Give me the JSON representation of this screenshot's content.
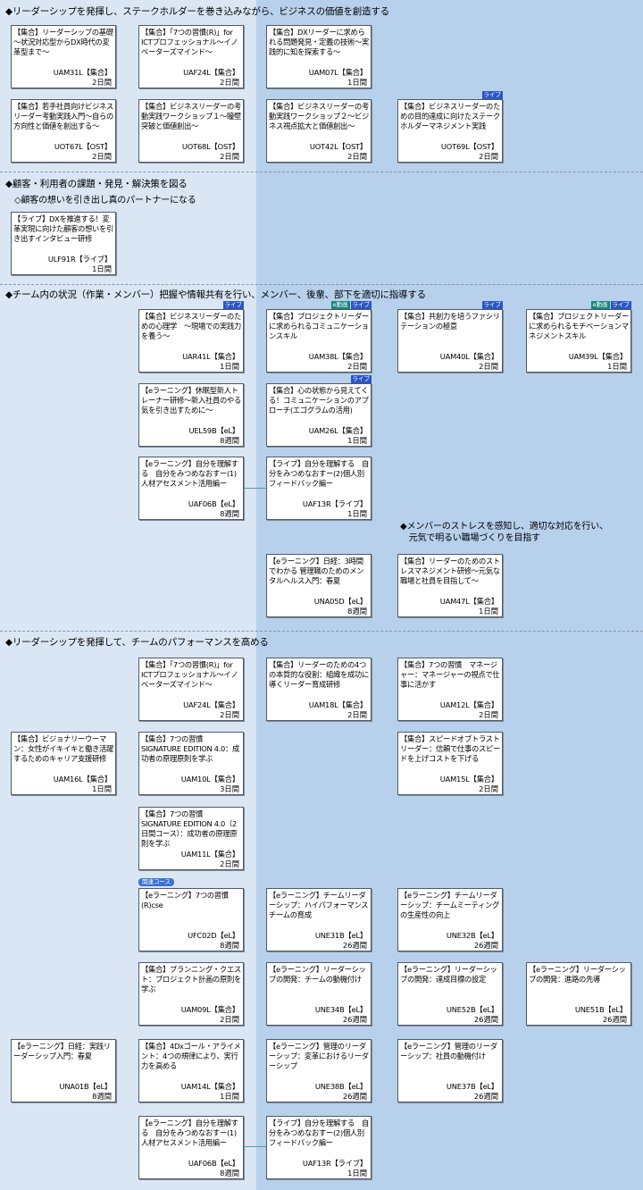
{
  "sections": [
    {
      "heading": "◆リーダーシップを発揮し、ステークホルダーを巻き込みながら、ビジネスの価値を創造する"
    },
    {
      "heading": "◆顧客・利用者の課題・発見・解決策を図る",
      "subheading": "◇顧客の想いを引き出し真のパートナーになる"
    },
    {
      "heading": "◆チーム内の状況（作業・メンバー）把握や情報共有を行い、メンバー、後輩、部下を適切に指導する",
      "subheading": "◆メンバーのストレスを感知し、適切な対応を行い、\n　元気で明るい職場づくりを目指す"
    },
    {
      "heading": "◆リーダーシップを発揮して、チームのパフォーマンスを高める"
    }
  ],
  "tags": {
    "live": "ライブ",
    "emovie": "e動画"
  },
  "related_label": "関連コース",
  "cards": [
    {
      "title": "【集合】リーダーシップの基礎～状況対応型からDX時代の変革型まで～",
      "code": "UAM31L【集合】",
      "duration": "2日間"
    },
    {
      "title": "【集合】「7つの習慣(R)」for ICTプロフェッショナル～イノベーターズマインド～",
      "code": "UAF24L【集合】",
      "duration": "2日間"
    },
    {
      "title": "【集合】DXリーダーに求められる問題発見・定義の技術～実践的に知を探索する～",
      "code": "UAM07L【集合】",
      "duration": "1日間"
    },
    {
      "title": "【集合】若手社員向けビジネスリーダー考動実践入門～自らの方向性と価値を創出する～",
      "code": "UOT67L【OST】",
      "duration": "2日間"
    },
    {
      "title": "【集合】ビジネスリーダーの考動実践ワークショップ１～瞳壁突破と価値創出～",
      "code": "UOT68L【OST】",
      "duration": "2日間"
    },
    {
      "title": "【集合】ビジネスリーダーの考動実践ワークショップ２～ビジネス視点拡大と価値創出～",
      "code": "UOT42L【OST】",
      "duration": "2日間"
    },
    {
      "title": "【集合】ビジネスリーダーのための目的達成に向けたステークホルダーマネジメント実践",
      "code": "UOT69L【OST】",
      "duration": "2日間",
      "tags": [
        "live"
      ]
    },
    {
      "title": "【ライブ】DXを推進する！変革実現に向けた顧客の想いを引き出すインタビュー研修",
      "code": "ULF91R【ライブ】",
      "duration": "1日間"
    },
    {
      "title": "【集合】ビジネスリーダーのための心理学　～現場での実践力を養う～",
      "code": "UAR41L【集合】",
      "duration": "1日間",
      "tags": [
        "live"
      ]
    },
    {
      "title": "【集合】プロジェクトリーダーに求められるコミュニケーションスキル",
      "code": "UAM38L【集合】",
      "duration": "2日間",
      "tags": [
        "emovie",
        "live"
      ]
    },
    {
      "title": "【集合】共創力を培うファシリテーションの極意",
      "code": "UAM40L【集合】",
      "duration": "2日間",
      "tags": [
        "live"
      ]
    },
    {
      "title": "【集合】プロジェクトリーダーに求められるモチベーションマネジメントスキル",
      "code": "UAM39L【集合】",
      "duration": "1日間",
      "tags": [
        "emovie",
        "live"
      ]
    },
    {
      "title": "【eラーニング】休眠型新人トレーナー研修～新入社員のやる気を引き出すために～",
      "code": "UEL59B【eL】",
      "duration": "8週間"
    },
    {
      "title": "【集合】心の状態から見えてくる！コミュニケーションのアプローチ(エゴグラムの活用)",
      "code": "UAM26L【集合】",
      "duration": "1日間",
      "tags": [
        "live"
      ]
    },
    {
      "title": "【eラーニング】自分を理解する　自分をみつめなおすー(1)人材アセスメント活用編ー",
      "code": "UAF06B【eL】",
      "duration": "8週間"
    },
    {
      "title": "【ライブ】自分を理解する　自分をみつめなおすー(2)個人別フィードバック編ー",
      "code": "UAF13R【ライブ】",
      "duration": "1日間"
    },
    {
      "title": "【eラーニング】日経：3時間でわかる 管理職のためのメンタルヘルス入門：春夏",
      "code": "UNA05D【eL】",
      "duration": "8週間"
    },
    {
      "title": "【集合】リーダーのためのストレスマネジメント研修～元気な職場と社員を目指して～",
      "code": "UAM47L【集合】",
      "duration": "1日間"
    },
    {
      "title": "【集合】「7つの習慣(R)」for ICTプロフェッショナル～イノベーターズマインド～",
      "code": "UAF24L【集合】",
      "duration": "2日間"
    },
    {
      "title": "【集合】リーダーのための4つの本質的な役割：組織を成功に導くリーダー育成研修",
      "code": "UAM18L【集合】",
      "duration": "2日間"
    },
    {
      "title": "【集合】7つの習慣　マネージャー：マネージャーの視点で仕事に活かす",
      "code": "UAM12L【集合】",
      "duration": "2日間"
    },
    {
      "title": "【集合】ビジョナリーウーマン：女性がイキイキと働き活躍するためのキャリア支援研修",
      "code": "UAM16L【集合】",
      "duration": "1日間"
    },
    {
      "title": "【集合】7つの習慣 SIGNATURE EDITION 4.0：成功者の原理原則を学ぶ",
      "code": "UAM10L【集合】",
      "duration": "3日間"
    },
    {
      "title": "【集合】スピードオブトラスト リーダー：信頼で仕事のスピードを上げコストを下げる",
      "code": "UAM15L【集合】",
      "duration": "2日間"
    },
    {
      "title": "【集合】7つの習慣 SIGNATURE EDITION 4.0（2日間コース）：成功者の原理原則を学ぶ",
      "code": "UAM11L【集合】",
      "duration": "2日間"
    },
    {
      "title": "【eラーニング】7つの習慣(R)cse",
      "code": "UFC02D【eL】",
      "duration": "8週間"
    },
    {
      "title": "【eラーニング】チームリーダーシップ：ハイパフォーマンスチームの育成",
      "code": "UNE31B【eL】",
      "duration": "26週間"
    },
    {
      "title": "【eラーニング】チームリーダーシップ：チームミーティングの生産性の向上",
      "code": "UNE32B【eL】",
      "duration": "26週間"
    },
    {
      "title": "【集合】プランニング・クエスト：プロジェクト計画の原則を学ぶ",
      "code": "UAM09L【集合】",
      "duration": "2日間"
    },
    {
      "title": "【eラーニング】リーダーシップの開発：チームの動機付け",
      "code": "UNE34B【eL】",
      "duration": "26週間"
    },
    {
      "title": "【eラーニング】リーダーシップの開発：達成目標の設定",
      "code": "UNE52B【eL】",
      "duration": "26週間"
    },
    {
      "title": "【eラーニング】リーダーシップの開発：進路の先導",
      "code": "UNE51B【eL】",
      "duration": "26週間"
    },
    {
      "title": "【eラーニング】日経：実践リーダーシップ入門：春夏",
      "code": "UNA01B【eL】",
      "duration": "8週間"
    },
    {
      "title": "【集合】4Dxゴール・アライメント：4つの規律により、実行力を高める",
      "code": "UAM14L【集合】",
      "duration": "1日間"
    },
    {
      "title": "【eラーニング】管理のリーダーシップ：変革におけるリーダーシップ",
      "code": "UNE38B【eL】",
      "duration": "26週間"
    },
    {
      "title": "【eラーニング】管理のリーダーシップ：社員の動機付け",
      "code": "UNE37B【eL】",
      "duration": "26週間"
    },
    {
      "title": "【eラーニング】自分を理解する　自分をみつめなおすー(1)人材アセスメント活用編ー",
      "code": "UAF06B【eL】",
      "duration": "8週間"
    },
    {
      "title": "【ライブ】自分を理解する　自分をみつめなおすー(2)個人別フィードバック編ー",
      "code": "UAF13R【ライブ】",
      "duration": "1日間"
    }
  ]
}
